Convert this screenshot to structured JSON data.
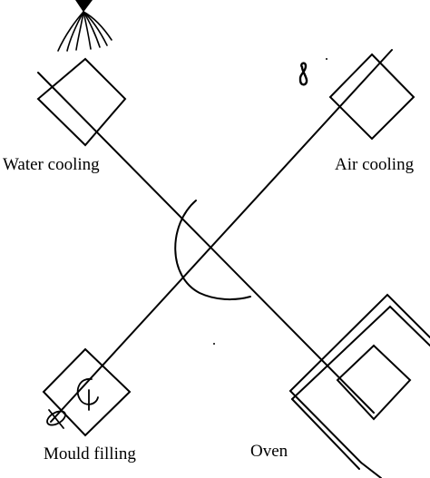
{
  "labels": {
    "water_cooling": "Water cooling",
    "air_cooling": "Air cooling",
    "mould_filling": "Mould filling",
    "oven": "Oven"
  },
  "stations": [
    "water_cooling",
    "air_cooling",
    "oven",
    "mould_filling"
  ],
  "icons": {
    "spray": "water-spray-icon",
    "fan": "fan-icon",
    "filler": "mould-filler-icon"
  },
  "colors": {
    "ink": "#000000",
    "background": "#ffffff"
  }
}
